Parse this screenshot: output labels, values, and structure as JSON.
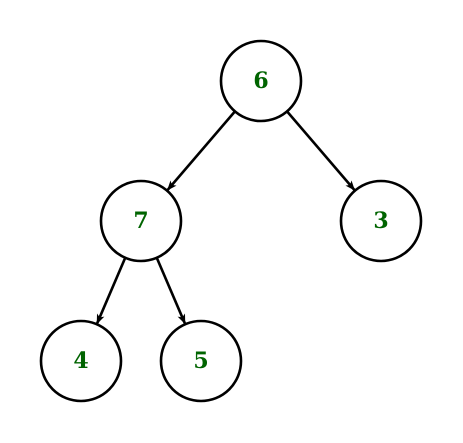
{
  "tree": {
    "nodes": [
      {
        "id": "n6",
        "label": "6"
      },
      {
        "id": "n7",
        "label": "7"
      },
      {
        "id": "n3",
        "label": "3"
      },
      {
        "id": "n4",
        "label": "4"
      },
      {
        "id": "n5",
        "label": "5"
      }
    ],
    "edges": [
      {
        "from": "n6",
        "to": "n7"
      },
      {
        "from": "n6",
        "to": "n3"
      },
      {
        "from": "n7",
        "to": "n4"
      },
      {
        "from": "n7",
        "to": "n5"
      }
    ]
  },
  "colors": {
    "label": "#006400",
    "stroke": "#000000",
    "background": "#ffffff"
  }
}
